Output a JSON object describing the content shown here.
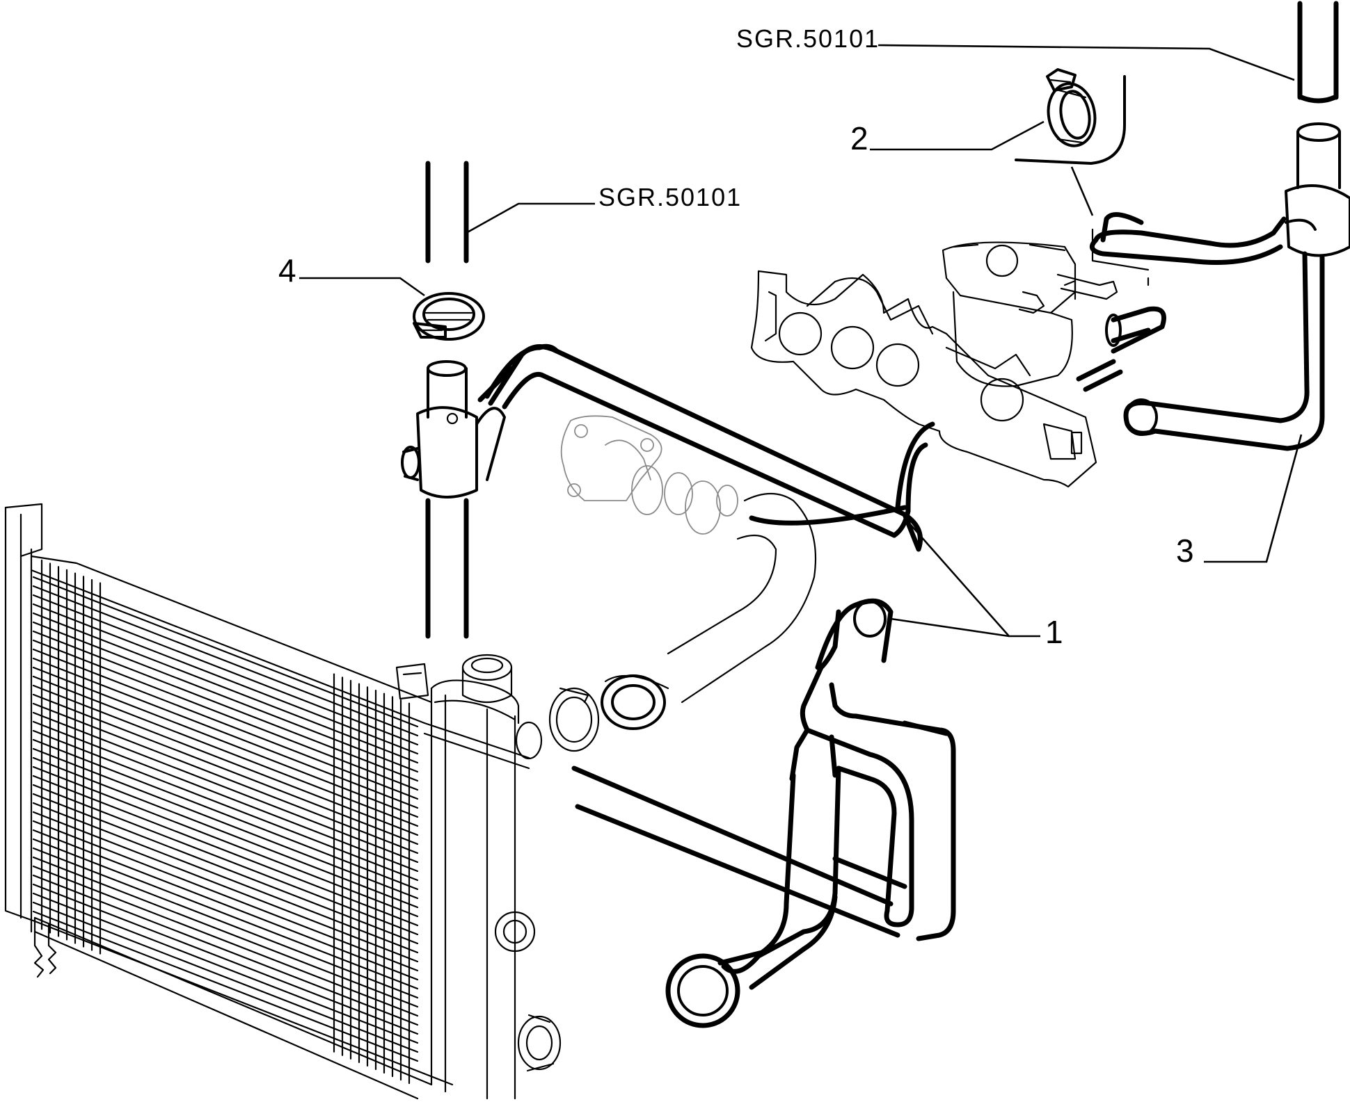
{
  "callouts": {
    "part_1": "1",
    "part_2": "2",
    "part_3": "3",
    "part_4": "4"
  },
  "references": {
    "top_right": "SGR.50101",
    "top_left": "SGR.50101"
  },
  "colors": {
    "line": "#000000",
    "faint_line": "#8a8a8a",
    "background": "#ffffff"
  }
}
